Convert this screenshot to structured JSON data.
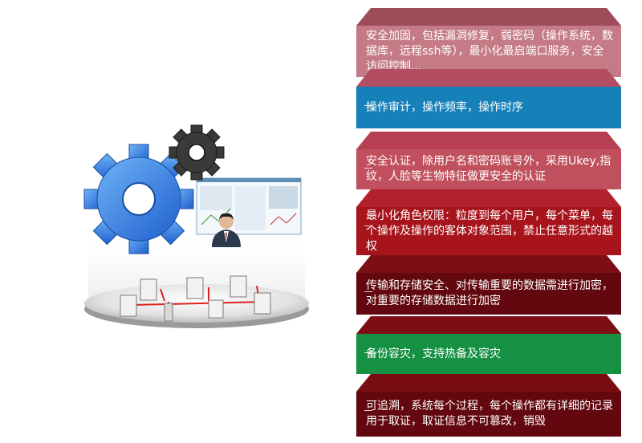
{
  "measures": [
    {
      "text": "安全加固，包括漏洞修复，弱密码（操作系统，数据库，远程ssh等），最小化最启端口服务，安全访问控制...",
      "color": "#c47b86",
      "top_color": "#9e4b5a"
    },
    {
      "text": "操作审计，操作频率，操作时序",
      "color": "#1681b8",
      "top_color": "#b24d62"
    },
    {
      "text": "安全认证，除用户名和密码账号外，采用Ukey,指纹，人脸等生物特征做更安全的认证",
      "color": "#c0505d",
      "top_color": "#b83f52"
    },
    {
      "text": "最小化角色权限：粒度到每个用户，每个菜单，每个操作及操作的客体对象范围，禁止任意形式的越权",
      "color": "#a8141c",
      "top_color": "#b0222c"
    },
    {
      "text": "传输和存储安全、对传输重要的数据需进行加密，对重要的存储数据进行加密",
      "color": "#62080e",
      "top_color": "#7e0e16"
    },
    {
      "text": "备份容灾，支持热备及容灾",
      "color": "#169143",
      "top_color": "#7e0e16"
    },
    {
      "text": "可追溯，系统每个过程，每个操作都有详细的记录用于取证，取证信息不可篡改，销毁",
      "color": "#62080e",
      "top_color": "#7a0d14"
    }
  ],
  "illustration": {
    "icons": [
      "gear-blue-icon",
      "gear-dark-icon",
      "screen-panel-icon",
      "user-person-icon",
      "server-network-icon"
    ]
  }
}
